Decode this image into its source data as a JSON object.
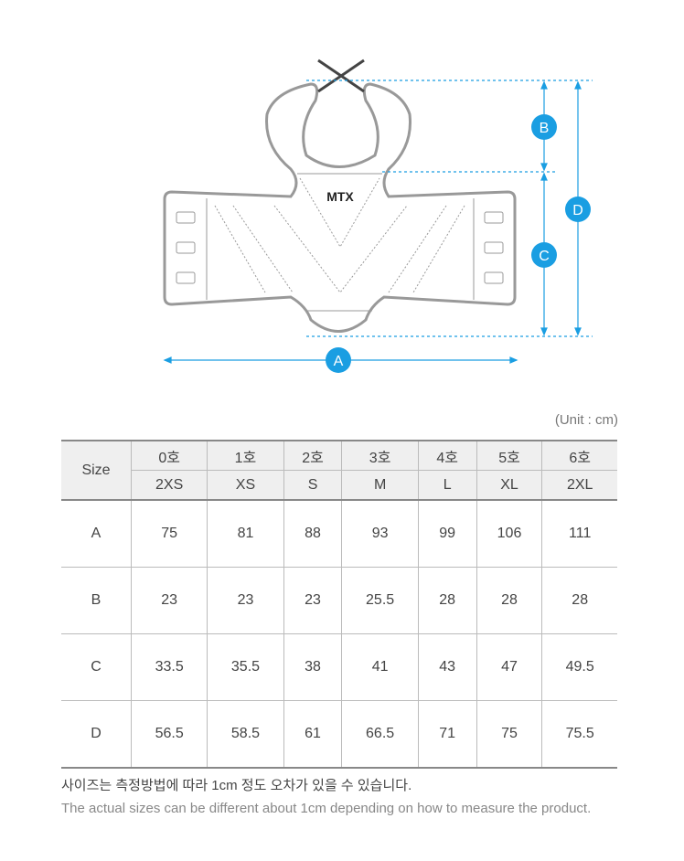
{
  "diagram": {
    "labels": {
      "a": "A",
      "b": "B",
      "c": "C",
      "d": "D"
    },
    "logo_text": "MTX",
    "accent_color": "#1a9ee2"
  },
  "unit_label": "(Unit : cm)",
  "table": {
    "size_header": "Size",
    "korean_sizes": [
      "0호",
      "1호",
      "2호",
      "3호",
      "4호",
      "5호",
      "6호"
    ],
    "letter_sizes": [
      "2XS",
      "XS",
      "S",
      "M",
      "L",
      "XL",
      "2XL"
    ],
    "rows": [
      {
        "label": "A",
        "values": [
          "75",
          "81",
          "88",
          "93",
          "99",
          "106",
          "111"
        ]
      },
      {
        "label": "B",
        "values": [
          "23",
          "23",
          "23",
          "25.5",
          "28",
          "28",
          "28"
        ]
      },
      {
        "label": "C",
        "values": [
          "33.5",
          "35.5",
          "38",
          "41",
          "43",
          "47",
          "49.5"
        ]
      },
      {
        "label": "D",
        "values": [
          "56.5",
          "58.5",
          "61",
          "66.5",
          "71",
          "75",
          "75.5"
        ]
      }
    ]
  },
  "notes": {
    "korean": "사이즈는 측정방법에 따라 1cm 정도 오차가 있을 수 있습니다.",
    "english": "The actual sizes can be different about 1cm depending on how to measure the product."
  }
}
